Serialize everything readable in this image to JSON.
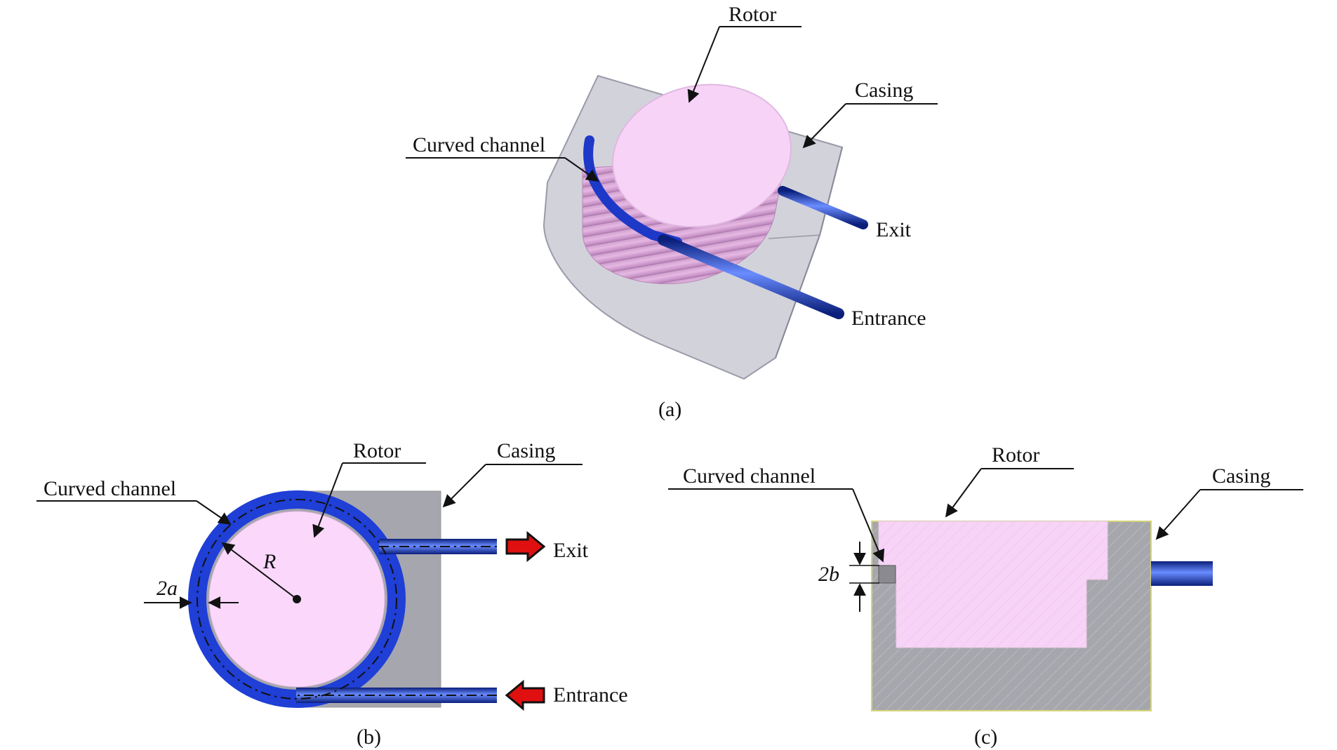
{
  "panel_a": {
    "caption": "(a)",
    "labels": {
      "rotor": "Rotor",
      "casing": "Casing",
      "curved_channel": "Curved channel",
      "exit": "Exit",
      "entrance": "Entrance"
    }
  },
  "panel_b": {
    "caption": "(b)",
    "labels": {
      "rotor": "Rotor",
      "casing": "Casing",
      "curved_channel": "Curved channel",
      "exit": "Exit",
      "entrance": "Entrance",
      "radius": "R",
      "channel_width": "2a"
    }
  },
  "panel_c": {
    "caption": "(c)",
    "labels": {
      "rotor": "Rotor",
      "casing": "Casing",
      "curved_channel": "Curved channel",
      "channel_height": "2b"
    }
  },
  "colors": {
    "rotor_fill": "#f7d4f7",
    "casing_fill": "#a9aab5",
    "channel_blue": "#1f3fd6",
    "arrow_red": "#e01010"
  }
}
